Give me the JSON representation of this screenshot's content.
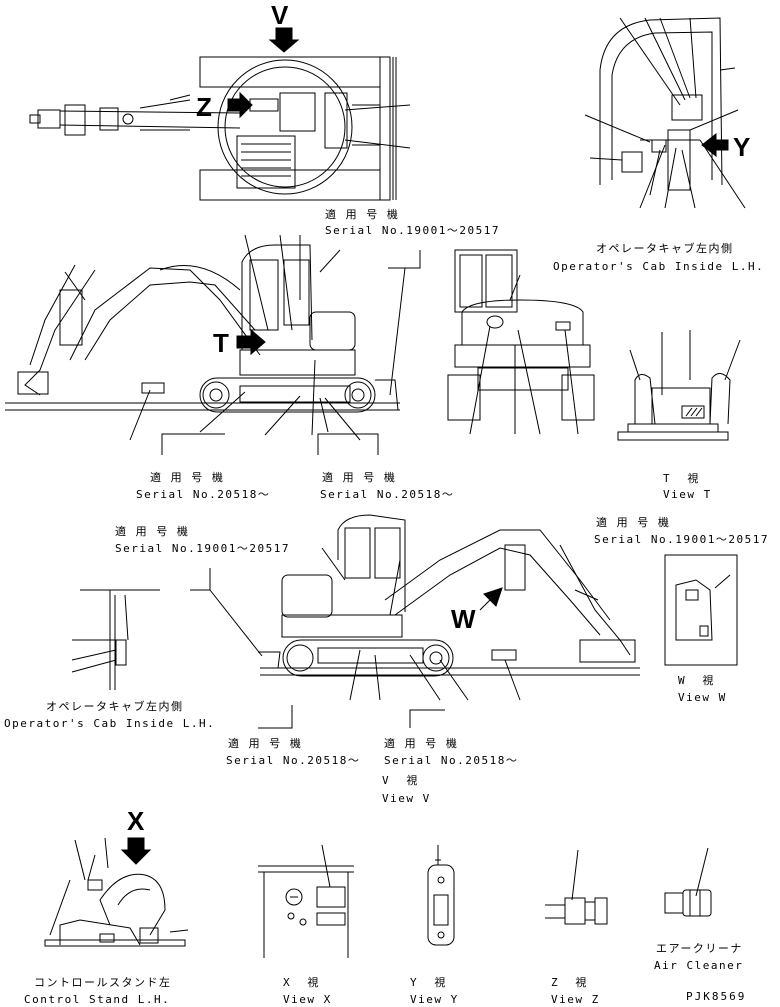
{
  "view_letters": {
    "v": "V",
    "z": "Z",
    "y": "Y",
    "t": "T",
    "w": "W",
    "x": "X"
  },
  "labels": {
    "serial_header_1": "適 用 号 機",
    "serial_range_1": "Serial No.19001～20517",
    "cab_inside_jp_1": "オペレータキャブ左内側",
    "cab_inside_en_1": "Operator's Cab Inside L.H.",
    "serial_header_2": "適 用 号 機",
    "serial_from_2": "Serial No.20518～",
    "serial_header_3": "適 用 号 機",
    "serial_from_3": "Serial No.20518～",
    "view_t_jp": "T  視",
    "view_t_en": "View T",
    "serial_header_4": "適 用 号 機",
    "serial_range_4": "Serial No.19001～20517",
    "serial_header_5": "適 用 号 機",
    "serial_range_5": "Serial No.19001～20517",
    "cab_inside_jp_2": "オペレータキャブ左内側",
    "cab_inside_en_2": "Operator's Cab Inside L.H.",
    "serial_header_6": "適 用 号 機",
    "serial_from_6": "Serial No.20518～",
    "serial_header_7": "適 用 号 機",
    "serial_from_7": "Serial No.20518～",
    "view_w_jp": "W  視",
    "view_w_en": "View W",
    "view_v_jp": "V  視",
    "view_v_en": "View V",
    "control_stand_jp": "コントロールスタンド左",
    "control_stand_en": "Control Stand L.H.",
    "view_x_jp": "X  視",
    "view_x_en": "View X",
    "view_y_jp": "Y  視",
    "view_y_en": "View Y",
    "view_z_jp": "Z  視",
    "view_z_en": "View Z",
    "air_cleaner_jp": "エアークリーナ",
    "air_cleaner_en": "Air Cleaner",
    "drawing_code": "PJK8569"
  }
}
